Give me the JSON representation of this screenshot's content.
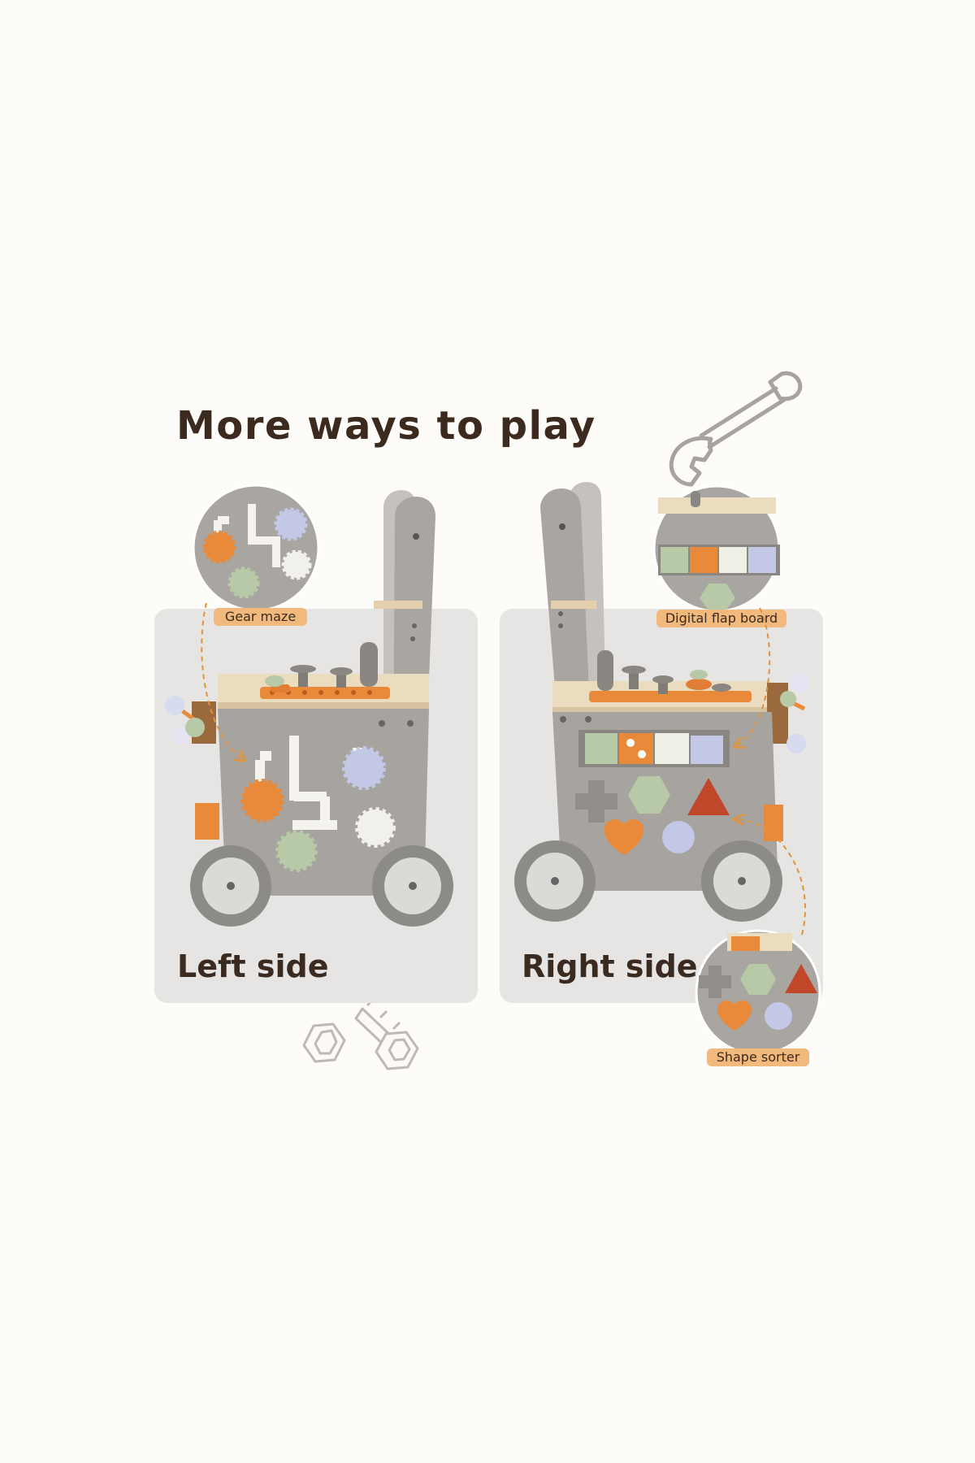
{
  "heading": "More ways to play",
  "panels": {
    "left": {
      "label": "Left side"
    },
    "right": {
      "label": "Right side"
    }
  },
  "callouts": {
    "gear_maze": "Gear maze",
    "digital_flap_board": "Digital flap board",
    "shape_sorter": "Shape sorter"
  },
  "colors": {
    "background": "#fdfcf8",
    "panel": "#e6e5e3",
    "heading_text": "#3d2a1f",
    "cart_body": "#a7a4a0",
    "wood": "#e9d6b4",
    "orange_accent": "#e98a3a",
    "sage_green": "#b7c9a6",
    "lavender": "#c3c8e6",
    "red_triangle": "#c1472b",
    "dashed_arrow": "#e0933f",
    "callout_tag": "#f2b97d"
  },
  "icons": [
    "wrench-icon",
    "bolt-and-nut-icon"
  ]
}
